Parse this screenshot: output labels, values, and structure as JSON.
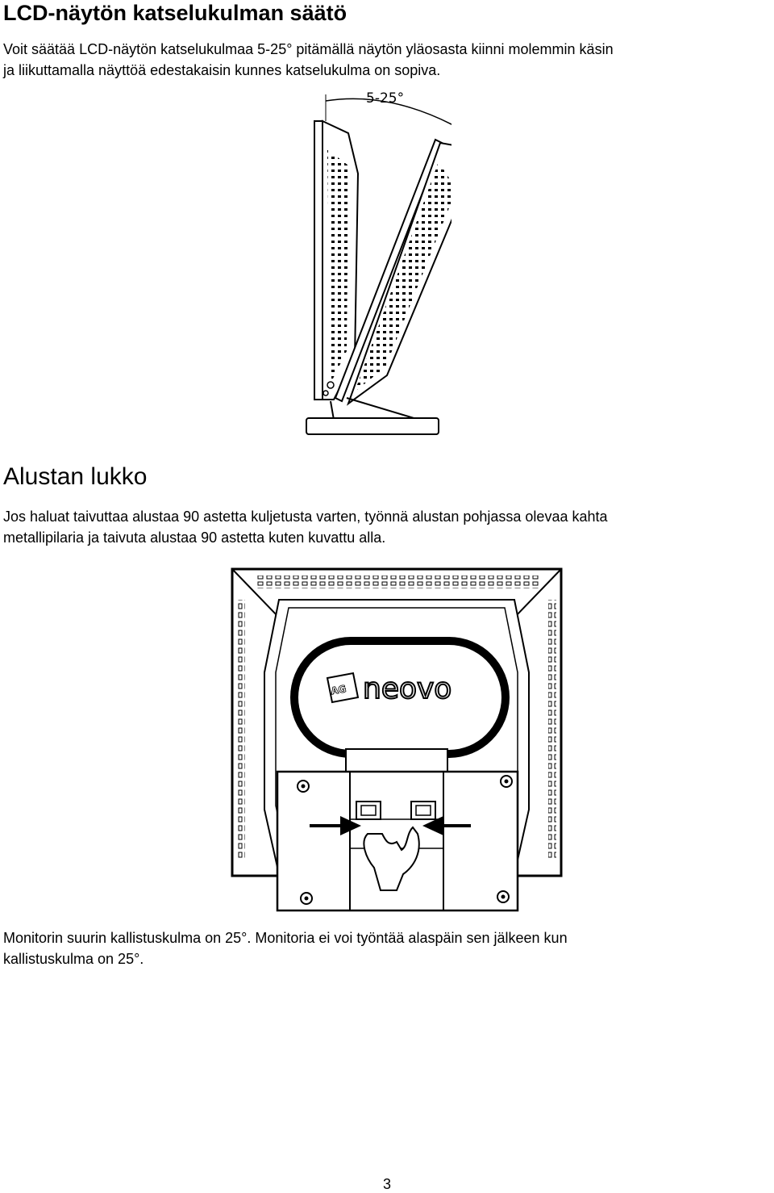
{
  "heading1": "LCD-näytön katselukulman säätö",
  "para1": [
    "Voit säätää LCD-näytön katselukulmaa 5-25° pitämällä näytön yläosasta kiinni molemmin käsin",
    "ja liikuttamalla näyttöä edestakaisin kunnes katselukulma on sopiva."
  ],
  "figure1": {
    "angle_label": "5-25°"
  },
  "heading2": "Alustan lukko",
  "para2": [
    "Jos haluat taivuttaa alustaa 90 astetta kuljetusta varten, työnnä alustan pohjassa olevaa kahta",
    "metallipilaria ja taivuta alustaa 90 astetta kuten kuvattu alla."
  ],
  "figure2": {
    "logo_text": "neovo",
    "logo_badge": "AG"
  },
  "para3": [
    "Monitorin suurin kallistuskulma on 25°. Monitoria ei voi työntää alaspäin sen jälkeen kun",
    "kallistuskulma on 25°."
  ],
  "page_number": "3"
}
